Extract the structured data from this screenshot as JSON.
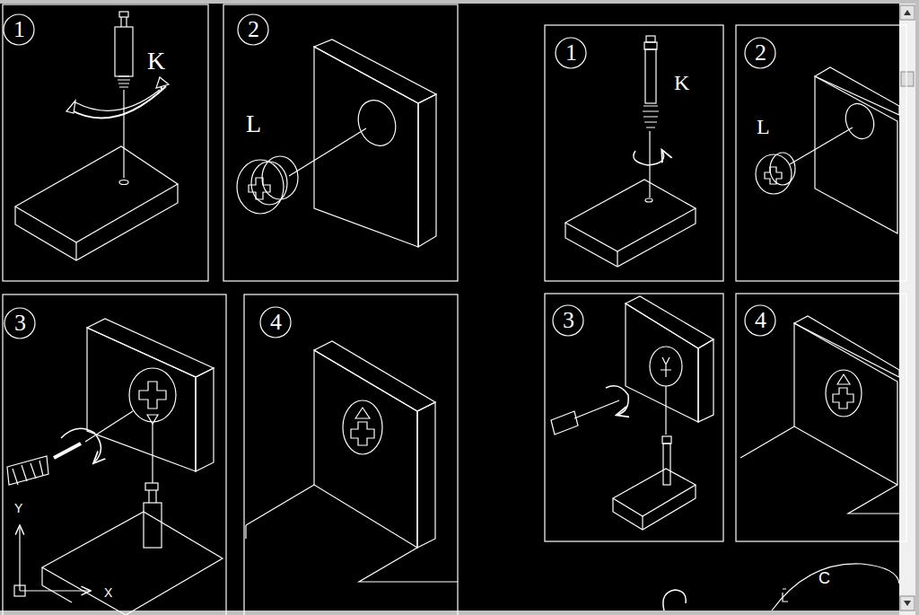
{
  "diagram": {
    "labels": [
      "1",
      "K",
      "2",
      "L",
      "1",
      "K",
      "2",
      "L",
      "3",
      "4",
      "Y",
      "X",
      "3",
      "4",
      "C"
    ]
  }
}
